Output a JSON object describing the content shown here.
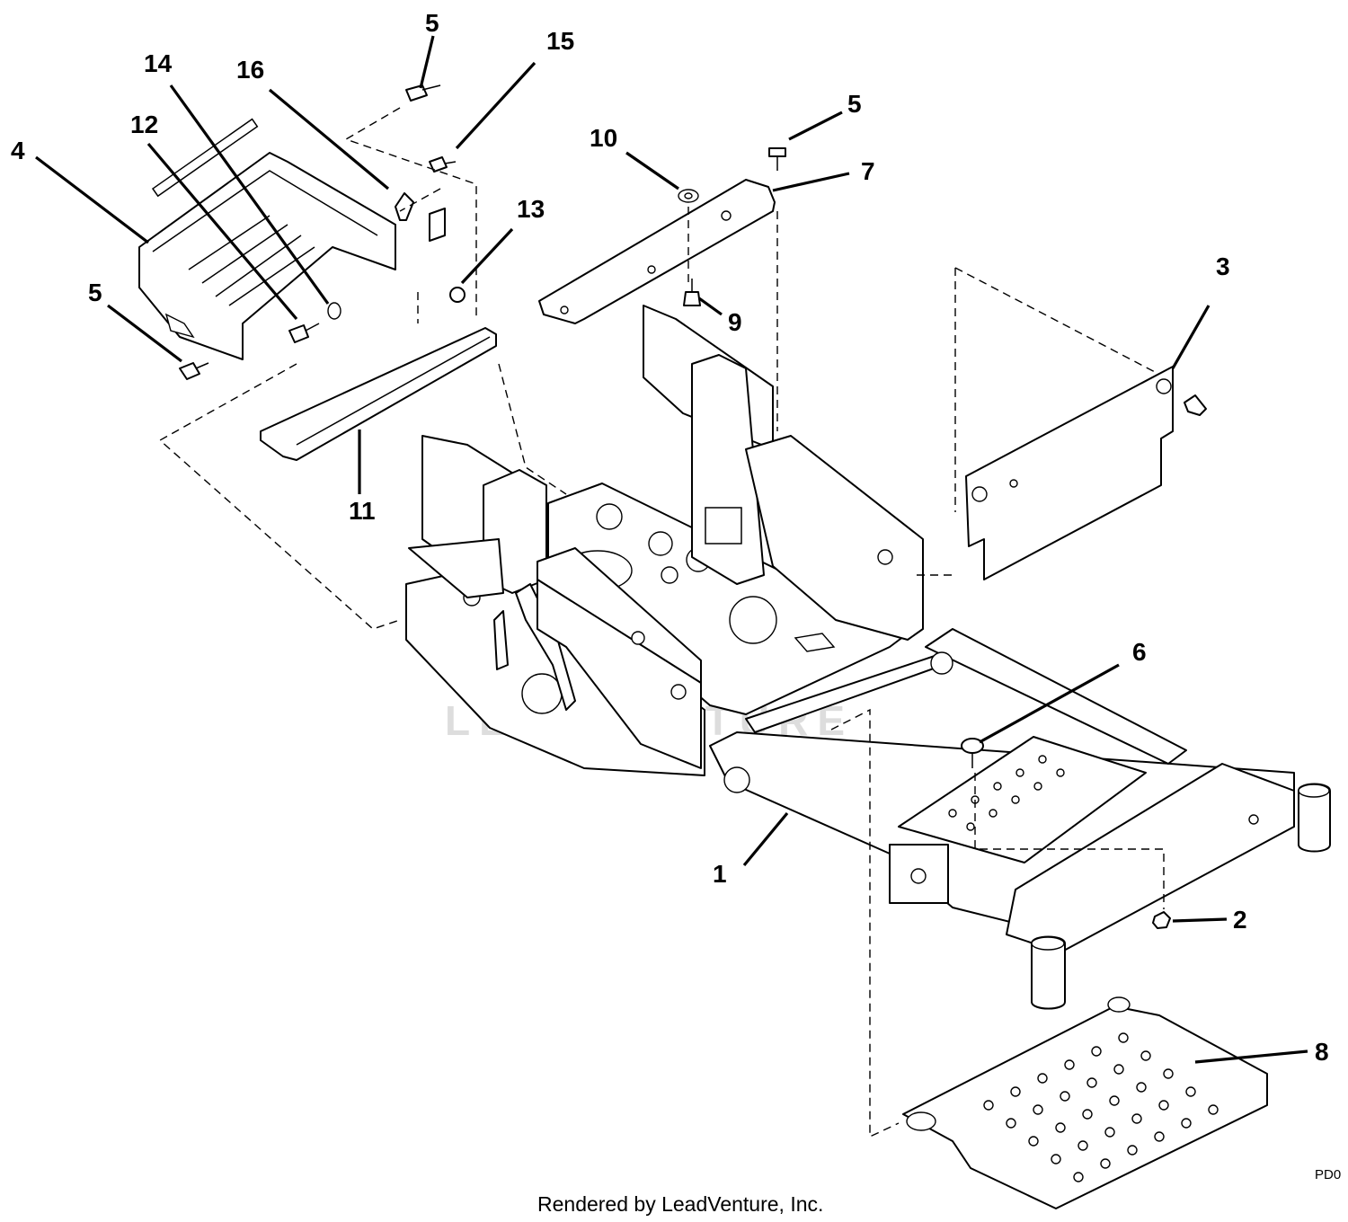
{
  "callouts": {
    "c1": "1",
    "c2": "2",
    "c3": "3",
    "c4": "4",
    "c5a": "5",
    "c5b": "5",
    "c5c": "5",
    "c6": "6",
    "c7": "7",
    "c8": "8",
    "c9": "9",
    "c10": "10",
    "c11": "11",
    "c12": "12",
    "c13": "13",
    "c14": "14",
    "c15": "15",
    "c16": "16"
  },
  "diagram_code": "PD0",
  "footer": "Rendered by LeadVenture, Inc.",
  "watermark": "LEADVENTURE"
}
